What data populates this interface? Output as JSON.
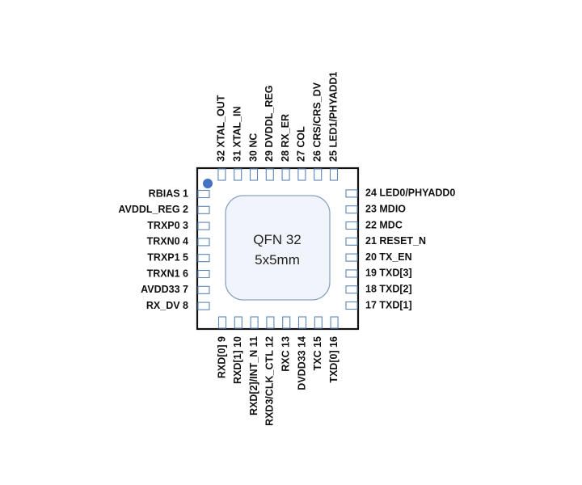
{
  "package": {
    "name": "QFN 32",
    "size": "5x5mm"
  },
  "pins": {
    "left": [
      {
        "num": "1",
        "name": "RBIAS"
      },
      {
        "num": "2",
        "name": "AVDDL_REG"
      },
      {
        "num": "3",
        "name": "TRXP0"
      },
      {
        "num": "4",
        "name": "TRXN0"
      },
      {
        "num": "5",
        "name": "TRXP1"
      },
      {
        "num": "6",
        "name": "TRXN1"
      },
      {
        "num": "7",
        "name": "AVDD33"
      },
      {
        "num": "8",
        "name": "RX_DV"
      }
    ],
    "bottom": [
      {
        "num": "9",
        "name": "RXD[0]"
      },
      {
        "num": "10",
        "name": "RXD[1]"
      },
      {
        "num": "11",
        "name": "RXD[2]/INT_N"
      },
      {
        "num": "12",
        "name": "RXD3/CLK_CTL"
      },
      {
        "num": "13",
        "name": "RXC"
      },
      {
        "num": "14",
        "name": "DVDD33"
      },
      {
        "num": "15",
        "name": "TXC"
      },
      {
        "num": "16",
        "name": "TXD[0]"
      }
    ],
    "right": [
      {
        "num": "17",
        "name": "TXD[1]"
      },
      {
        "num": "18",
        "name": "TXD[2]"
      },
      {
        "num": "19",
        "name": "TXD[3]"
      },
      {
        "num": "20",
        "name": "TX_EN"
      },
      {
        "num": "21",
        "name": "RESET_N"
      },
      {
        "num": "22",
        "name": "MDC"
      },
      {
        "num": "23",
        "name": "MDIO"
      },
      {
        "num": "24",
        "name": "LED0/PHYADD0"
      }
    ],
    "top": [
      {
        "num": "25",
        "name": "LED1/PHYADD1"
      },
      {
        "num": "26",
        "name": "CRS/CRS_DV"
      },
      {
        "num": "27",
        "name": "COL"
      },
      {
        "num": "28",
        "name": "RX_ER"
      },
      {
        "num": "29",
        "name": "DVDDL_REG"
      },
      {
        "num": "30",
        "name": "NC"
      },
      {
        "num": "31",
        "name": "XTAL_IN"
      },
      {
        "num": "32",
        "name": "XTAL_OUT"
      }
    ]
  },
  "colors": {
    "body_outline": "#111111",
    "pad_outline": "#5b86b5",
    "pad_fill": "#ffffff",
    "center_pad_fill": "#f1f5fb",
    "center_pad_outline": "#8aa3c2",
    "pin1_marker": "#4472c4",
    "text": "#111111"
  }
}
